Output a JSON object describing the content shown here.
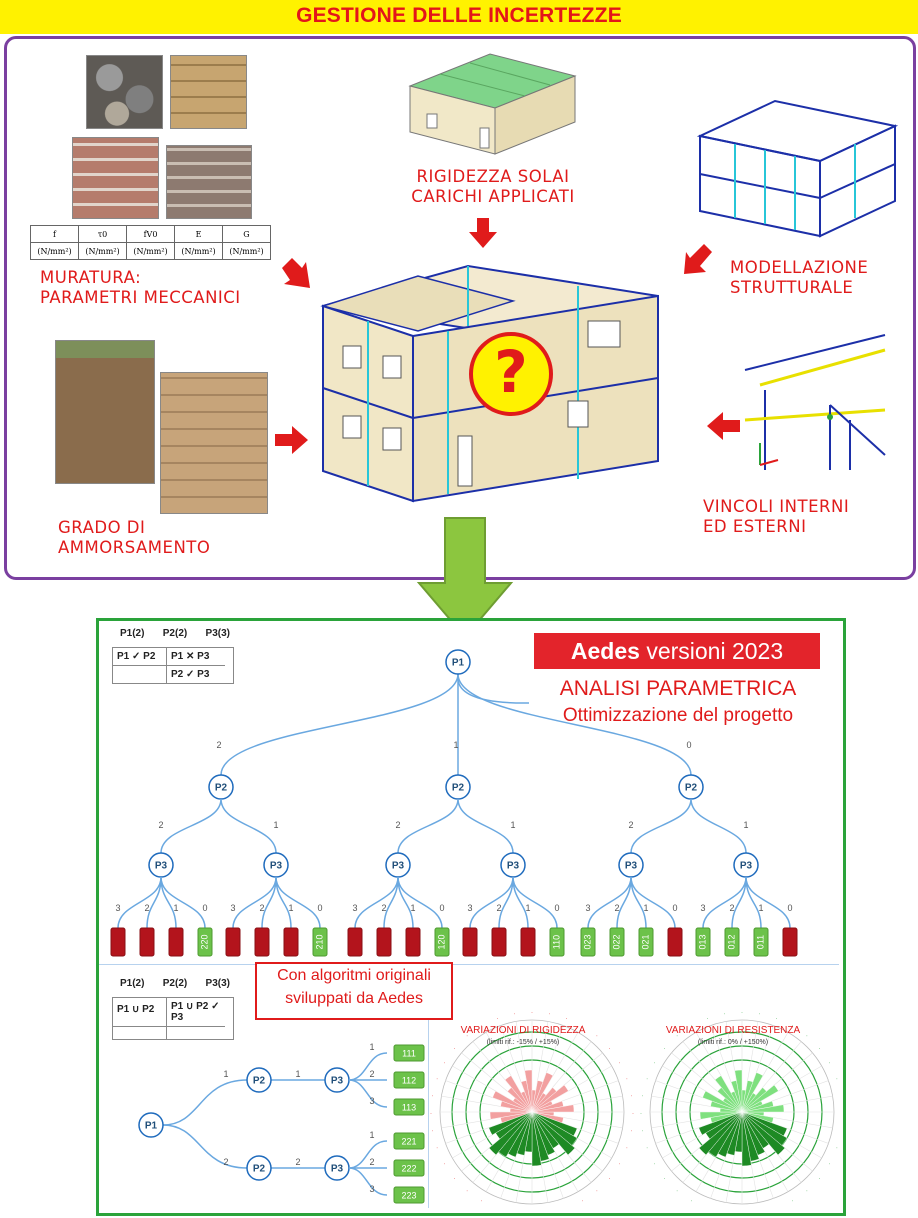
{
  "banner": {
    "title": "GESTIONE DELLE INCERTEZZE"
  },
  "top": {
    "muratura_label": [
      "MURATURA:",
      "PARAMETRI MECCANICI"
    ],
    "rigidezza_label": [
      "RIGIDEZZA SOLAI",
      "CARICHI APPLICATI"
    ],
    "modellazione_label": [
      "MODELLAZIONE",
      "STRUTTURALE"
    ],
    "vincoli_label": [
      "VINCOLI INTERNI",
      "ED ESTERNI"
    ],
    "grado_label": [
      "GRADO DI",
      "AMMORSAMENTO"
    ],
    "question_mark": "?",
    "param_table": {
      "symbols": [
        "f",
        "τ0",
        "fV0",
        "E",
        "G"
      ],
      "units": [
        "(N/mm²)",
        "(N/mm²)",
        "(N/mm²)",
        "(N/mm²)",
        "(N/mm²)"
      ]
    }
  },
  "bottom": {
    "aedes_brand": "Aedes",
    "aedes_version": "versioni 2023",
    "title": "ANALISI PARAMETRICA",
    "subtitle": "Ottimizzazione del progetto",
    "callout": [
      "Con algoritmi originali",
      "sviluppati da Aedes"
    ],
    "legend1": {
      "headers": [
        "P1(2)",
        "P2(2)",
        "P3(3)"
      ],
      "rows": [
        "P1 ✓ P2",
        "P1 ✕ P3",
        "P2 ✓ P3"
      ]
    },
    "legend2": {
      "headers": [
        "P1(2)",
        "P2(2)",
        "P3(3)"
      ],
      "rows": [
        "P1 ∪ P2",
        "P1 ∪ P2 ✓ P3"
      ]
    },
    "tree_leaves": [
      "",
      "",
      "",
      "220",
      "",
      "",
      "",
      "210",
      "",
      "",
      "",
      "120",
      "",
      "",
      "",
      "110",
      "023",
      "022",
      "021",
      "",
      "013",
      "012",
      "011",
      ""
    ],
    "small_tree_leaves": [
      "111",
      "112",
      "113",
      "221",
      "222",
      "223"
    ],
    "radar1": {
      "title": "VARIAZIONI DI RIGIDEZZA",
      "limits": "(limiti rif.: -15% / +15%)"
    },
    "radar2": {
      "title": "VARIAZIONI DI RESISTENZA",
      "limits": "(limiti rif.: 0% / +150%)"
    }
  },
  "colors": {
    "red": "#e01b1b",
    "green": "#2aa33a",
    "leaf_green": "#6cc24a",
    "leaf_red": "#b3141c",
    "node_blue": "#1f6bbd",
    "banner_yellow": "#fff200"
  }
}
